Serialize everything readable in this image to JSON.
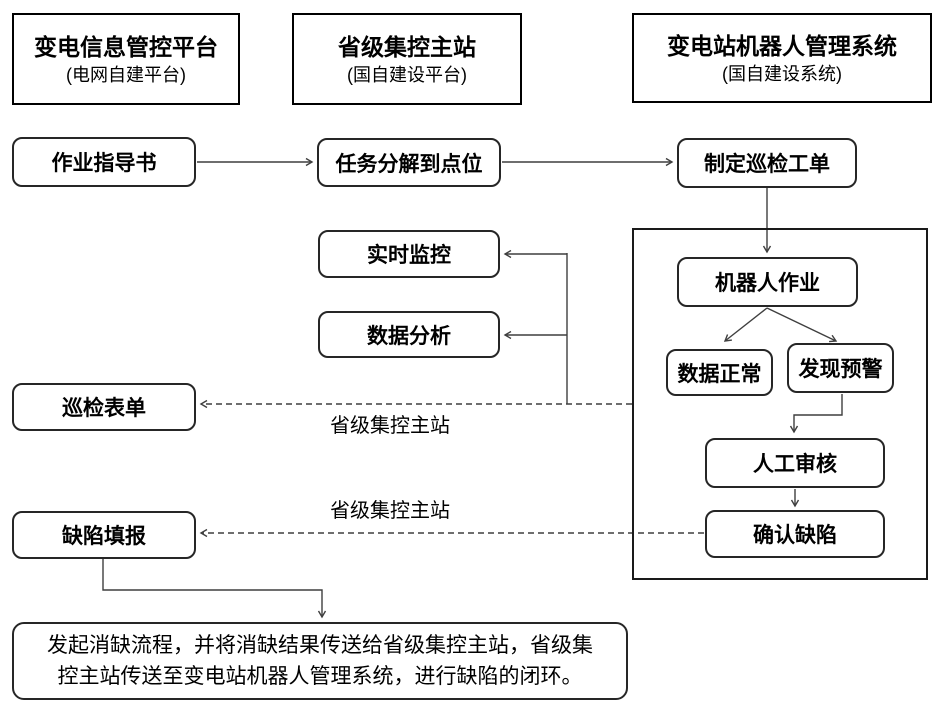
{
  "headers": [
    {
      "title": "变电信息管控平台",
      "subtitle": "(电网自建平台)"
    },
    {
      "title": "省级集控主站",
      "subtitle": "(国自建设平台)"
    },
    {
      "title": "变电站机器人管理系统",
      "subtitle": "(国自建设系统)"
    }
  ],
  "nodes": {
    "work_guide": "作业指导书",
    "task_decompose": "任务分解到点位",
    "create_order": "制定巡检工单",
    "realtime_monitor": "实时监控",
    "data_analysis": "数据分析",
    "inspection_form": "巡检表单",
    "defect_report": "缺陷填报",
    "robot_work": "机器人作业",
    "data_normal": "数据正常",
    "warning_found": "发现预警",
    "manual_review": "人工审核",
    "confirm_defect": "确认缺陷"
  },
  "labels": {
    "provincial_station_1": "省级集控主站",
    "provincial_station_2": "省级集控主站"
  },
  "bottom_note": "发起消缺流程，并将消缺结果传送给省级集控主站，省级集\n控主站传送至变电站机器人管理系统，进行缺陷的闭环。",
  "colors": {
    "line": "#3f3f3f",
    "border": "#000000",
    "text": "#000000",
    "background": "#ffffff"
  }
}
